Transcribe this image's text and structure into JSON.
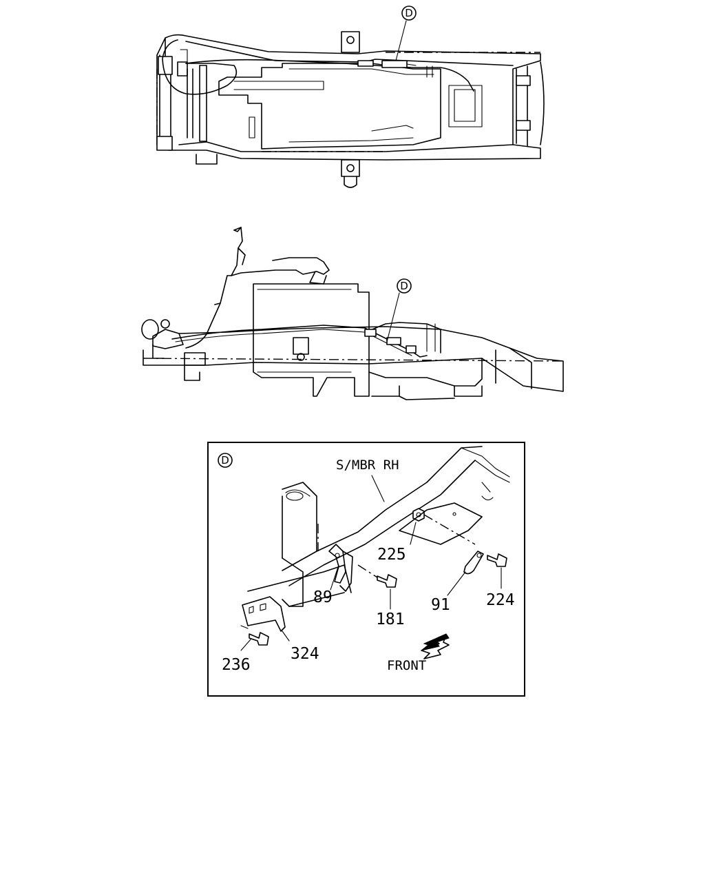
{
  "detail_callout": "D",
  "detail_panel": {
    "member_label": "S/MBR RH",
    "direction_label": "FRONT",
    "parts": [
      {
        "id": "part-225",
        "ref": "225"
      },
      {
        "id": "part-89",
        "ref": "89"
      },
      {
        "id": "part-181",
        "ref": "181"
      },
      {
        "id": "part-91",
        "ref": "91"
      },
      {
        "id": "part-224",
        "ref": "224"
      },
      {
        "id": "part-236",
        "ref": "236"
      },
      {
        "id": "part-324",
        "ref": "324"
      }
    ]
  }
}
